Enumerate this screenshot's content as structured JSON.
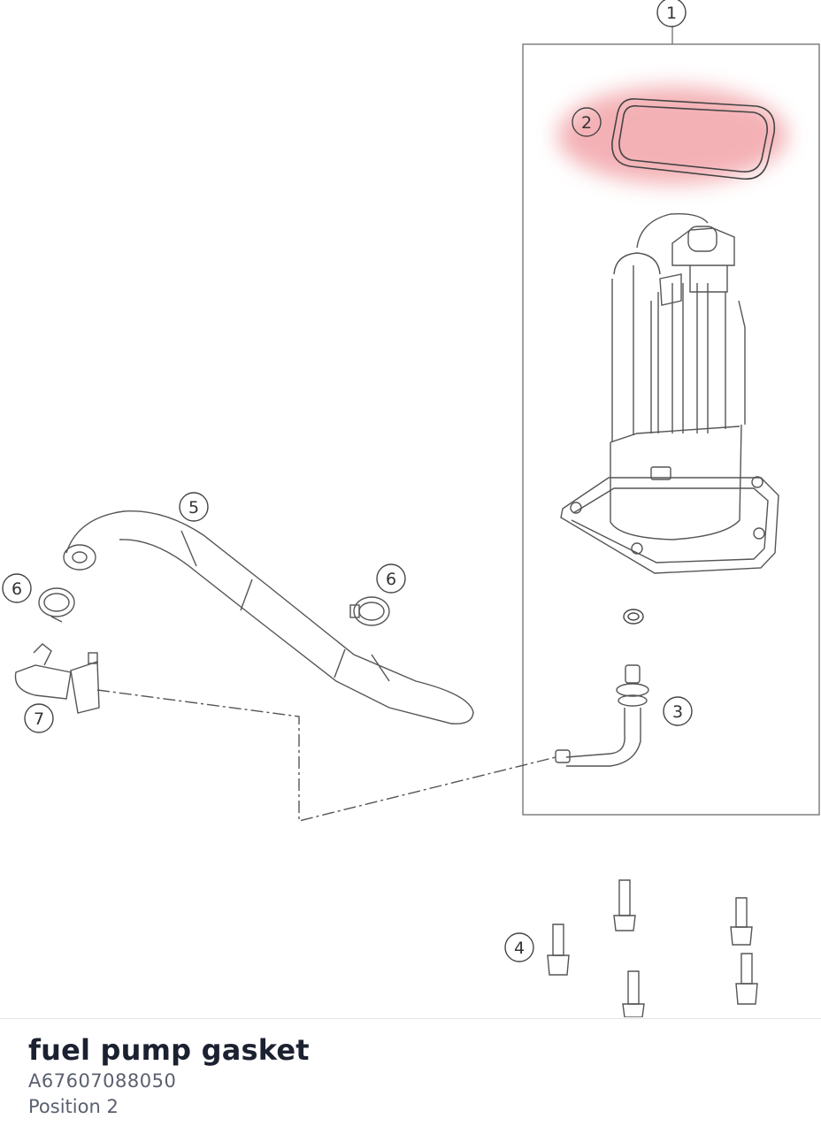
{
  "diagram": {
    "highlight_color": "#f3a9ad",
    "callouts": [
      {
        "id": "1",
        "label": "1"
      },
      {
        "id": "2",
        "label": "2"
      },
      {
        "id": "3",
        "label": "3"
      },
      {
        "id": "4",
        "label": "4"
      },
      {
        "id": "5",
        "label": "5"
      },
      {
        "id": "6a",
        "label": "6"
      },
      {
        "id": "6b",
        "label": "6"
      },
      {
        "id": "7",
        "label": "7"
      }
    ]
  },
  "selected_part": {
    "name": "fuel pump gasket",
    "number": "A67607088050",
    "position": "Position 2"
  }
}
